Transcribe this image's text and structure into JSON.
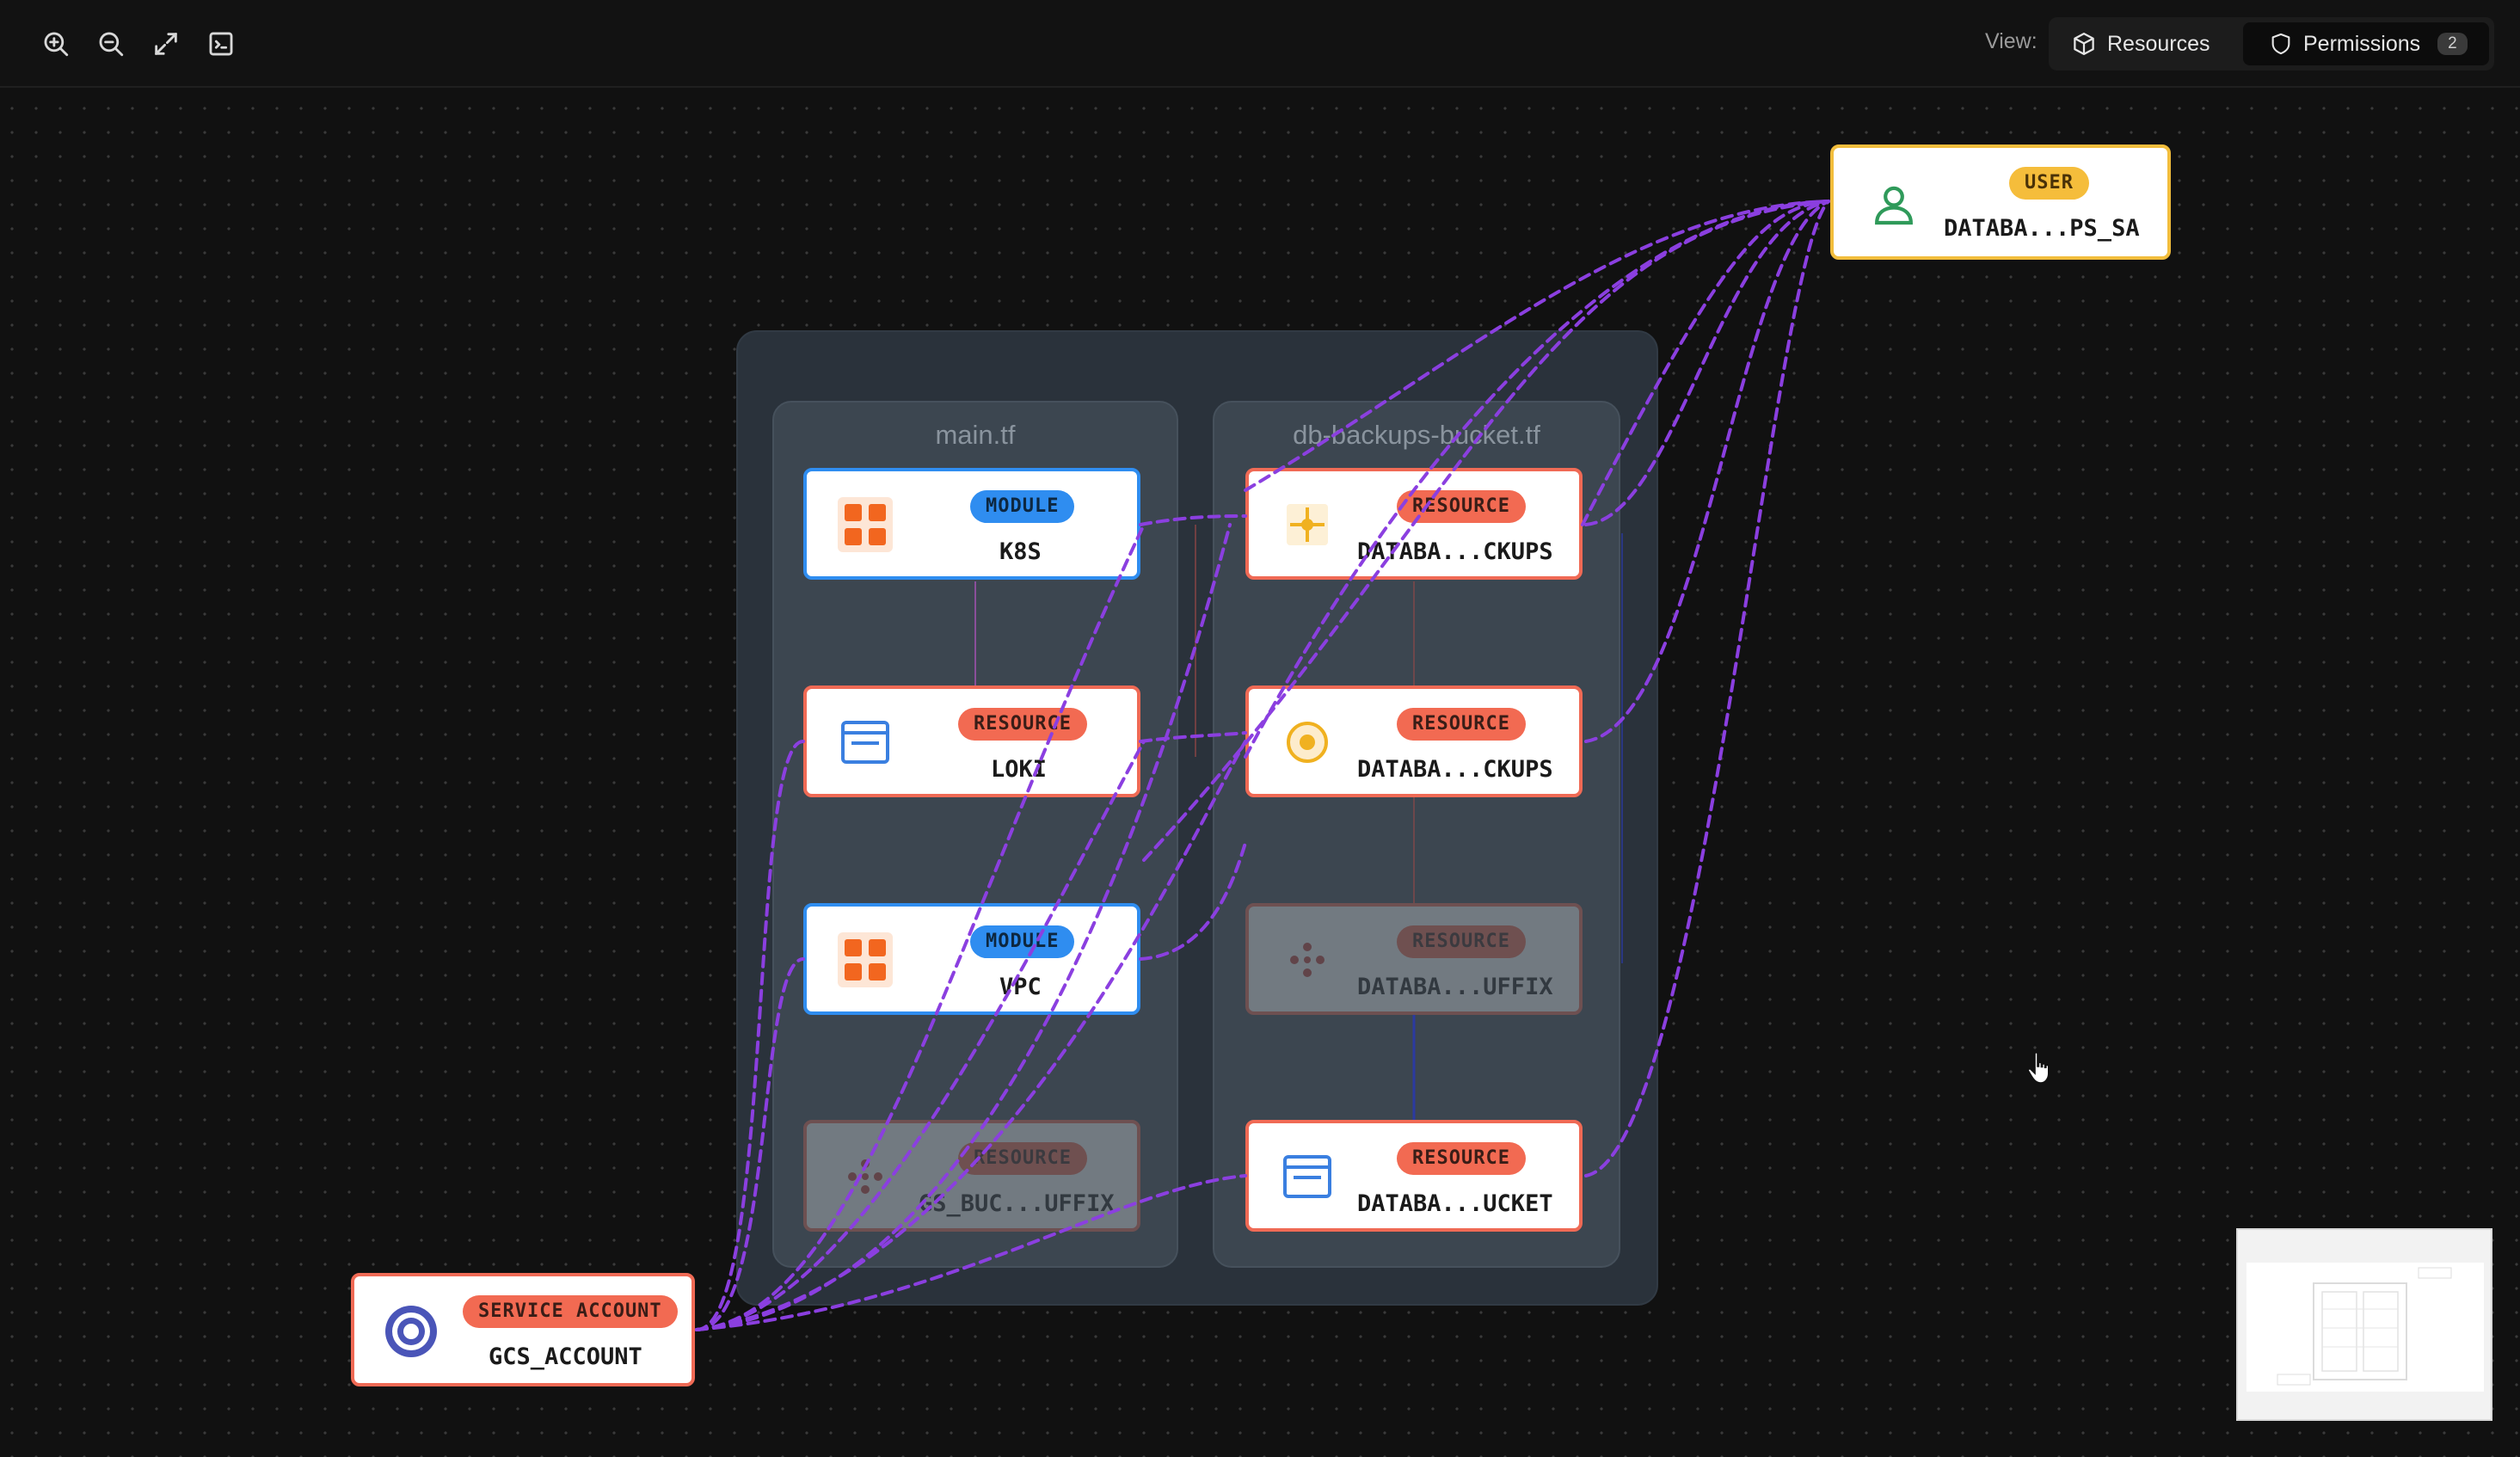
{
  "toolbar": {
    "tools": [
      {
        "name": "zoom-in-icon"
      },
      {
        "name": "zoom-out-icon"
      },
      {
        "name": "fit-view-icon"
      },
      {
        "name": "terminal-icon"
      }
    ],
    "view_label": "View:",
    "options": [
      {
        "label": "Resources",
        "icon": "cube-icon",
        "active": true
      },
      {
        "label": "Permissions",
        "icon": "shield-icon",
        "active": false,
        "count": "2"
      }
    ]
  },
  "groups": [
    {
      "title": "main.tf"
    },
    {
      "title": "db-backups-bucket.tf"
    }
  ],
  "nodes": {
    "k8s": {
      "badge": "MODULE",
      "name": "K8S",
      "icon": "grid-icon"
    },
    "loki": {
      "badge": "RESOURCE",
      "name": "LOKI",
      "icon": "bucket-icon"
    },
    "vpc": {
      "badge": "MODULE",
      "name": "VPC",
      "icon": "grid-icon"
    },
    "gs_bucket": {
      "badge": "RESOURCE",
      "name": "GS_BUC...UFFIX",
      "icon": "dots-icon"
    },
    "db_ckups_1": {
      "badge": "RESOURCE",
      "name": "DATABA...CKUPS",
      "icon": "sparkle-icon"
    },
    "db_ckups_2": {
      "badge": "RESOURCE",
      "name": "DATABA...CKUPS",
      "icon": "target-icon"
    },
    "db_uffix": {
      "badge": "RESOURCE",
      "name": "DATABA...UFFIX",
      "icon": "dots-icon"
    },
    "db_ucket": {
      "badge": "RESOURCE",
      "name": "DATABA...UCKET",
      "icon": "bucket-icon"
    },
    "user": {
      "badge": "USER",
      "name": "DATABA...PS_SA",
      "icon": "user-icon"
    },
    "service_account": {
      "badge": "SERVICE ACCOUNT",
      "name": "GCS_ACCOUNT",
      "icon": "service-account-icon"
    }
  },
  "colors": {
    "edge": "#8b3fe0",
    "resource": "#f26a52",
    "module": "#2f8df0",
    "user": "#f5bd3b"
  }
}
